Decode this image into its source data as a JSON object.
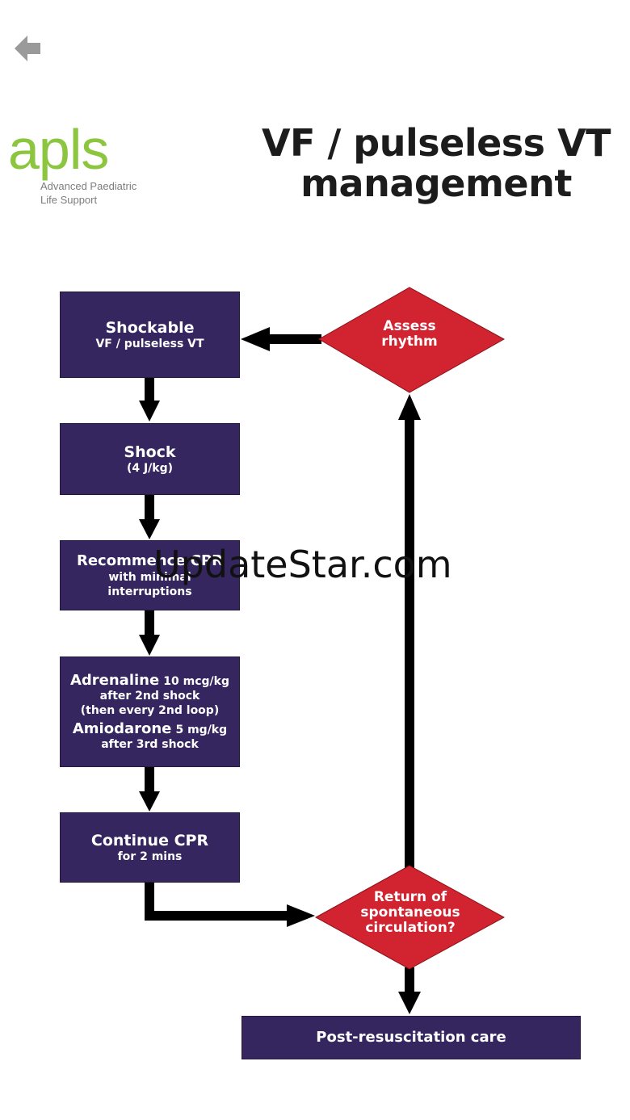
{
  "header": {
    "back_icon": "back-arrow-icon"
  },
  "logo": {
    "mark": "apls",
    "line1": "Advanced Paediatric",
    "line2": "Life Support",
    "color": "#8cc63f"
  },
  "title": {
    "line1": "VF / pulseless VT",
    "line2": "management"
  },
  "flow": {
    "shockable": {
      "title": "Shockable",
      "sub": "VF / pulseless VT"
    },
    "shock": {
      "title": "Shock",
      "sub": "(4 J/kg)"
    },
    "cpr": {
      "title": "Recommence CPR",
      "sub1": "with minimal",
      "sub2": "interruptions"
    },
    "drugs": {
      "adrenaline": "Adrenaline",
      "adrenaline_dose": "10 mcg/kg",
      "adrenaline_when": "after 2nd shock",
      "adrenaline_repeat": "(then every 2nd loop)",
      "amiodarone": "Amiodarone",
      "amiodarone_dose": "5 mg/kg",
      "amiodarone_when": "after 3rd shock"
    },
    "continue": {
      "title": "Continue CPR",
      "sub": "for 2 mins"
    },
    "assess": {
      "line1": "Assess",
      "line2": "rhythm"
    },
    "rosc": {
      "line1": "Return of",
      "line2": "spontaneous",
      "line3": "circulation?"
    },
    "post": {
      "title": "Post-resuscitation care"
    }
  },
  "watermark": "UpdateStar.com",
  "colors": {
    "box": "#35265f",
    "diamond": "#d12330",
    "arrow": "#000000"
  }
}
